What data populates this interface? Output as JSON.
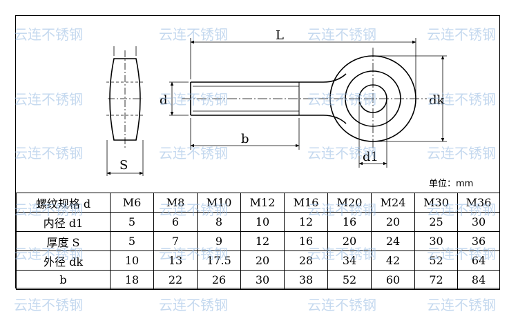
{
  "drawing": {
    "label_L": "L",
    "label_d": "d",
    "label_b": "b",
    "label_S": "S",
    "label_dk": "dk",
    "label_d1": "d1"
  },
  "unit_label": "单位：mm",
  "table": {
    "columns": [
      "螺纹规格 d",
      "M6",
      "M8",
      "M10",
      "M12",
      "M16",
      "M20",
      "M24",
      "M30",
      "M36"
    ],
    "rows": [
      [
        "内径 d1",
        "5",
        "6",
        "8",
        "10",
        "12",
        "16",
        "20",
        "25",
        "30"
      ],
      [
        "厚度 S",
        "5",
        "7",
        "9",
        "12",
        "16",
        "20",
        "24",
        "30",
        "36"
      ],
      [
        "外径 dk",
        "10",
        "13",
        "17.5",
        "20",
        "28",
        "34",
        "42",
        "52",
        "64"
      ],
      [
        "b",
        "18",
        "22",
        "26",
        "30",
        "38",
        "52",
        "60",
        "72",
        "84"
      ]
    ]
  },
  "watermark_text": "云连不锈钢"
}
